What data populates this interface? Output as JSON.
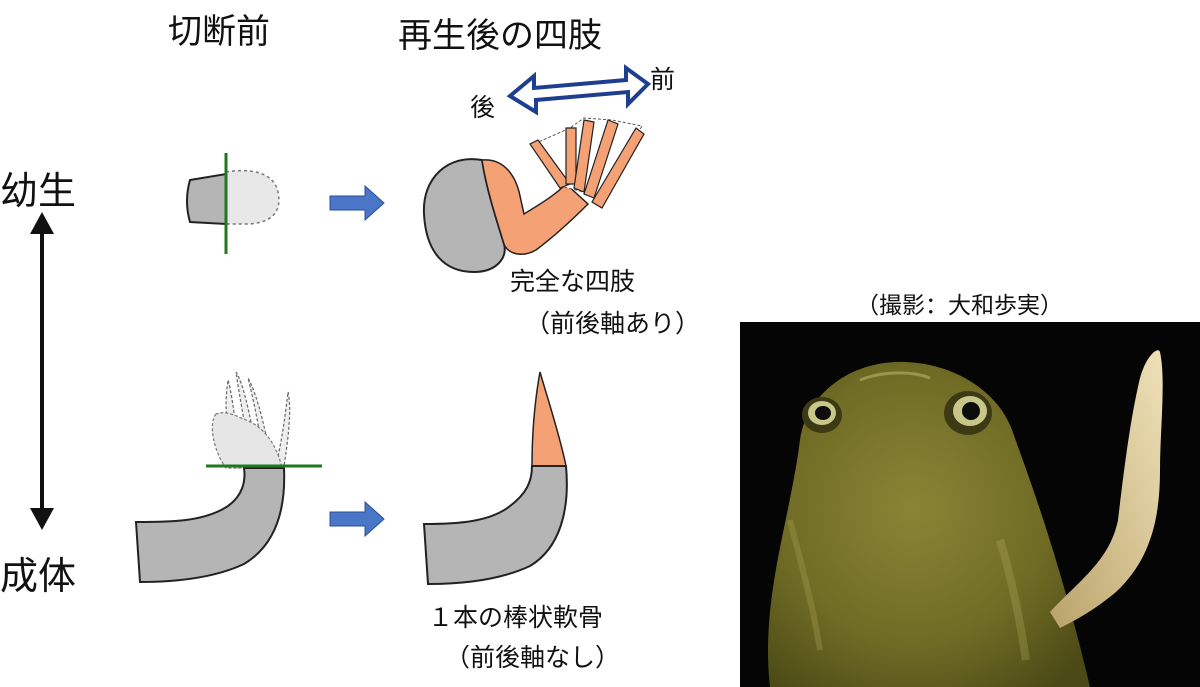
{
  "headers": {
    "before_amputation": "切断前",
    "regenerated_limb": "再生後の四肢"
  },
  "rows": {
    "larva": "幼生",
    "adult": "成体"
  },
  "axis_arrow": {
    "anterior": "前",
    "posterior": "後"
  },
  "captions": {
    "larva_result_line1": "完全な四肢",
    "larva_result_line2": "（前後軸あり）",
    "adult_result_line1": "１本の棒状軟骨",
    "adult_result_line2": "（前後軸なし）"
  },
  "photo": {
    "credit": "（撮影：大和歩実）"
  },
  "colors": {
    "stump_gray": "#b5b5b5",
    "amputated_part": "#e8e8e8",
    "regenerated_orange": "#f4a275",
    "cut_line_green": "#1f7a1f",
    "process_arrow_blue": "#4a76c8",
    "axis_arrow_navy": "#1e3f8f",
    "photo_background": "#050505",
    "frog_skin": "#7f7a2c"
  }
}
